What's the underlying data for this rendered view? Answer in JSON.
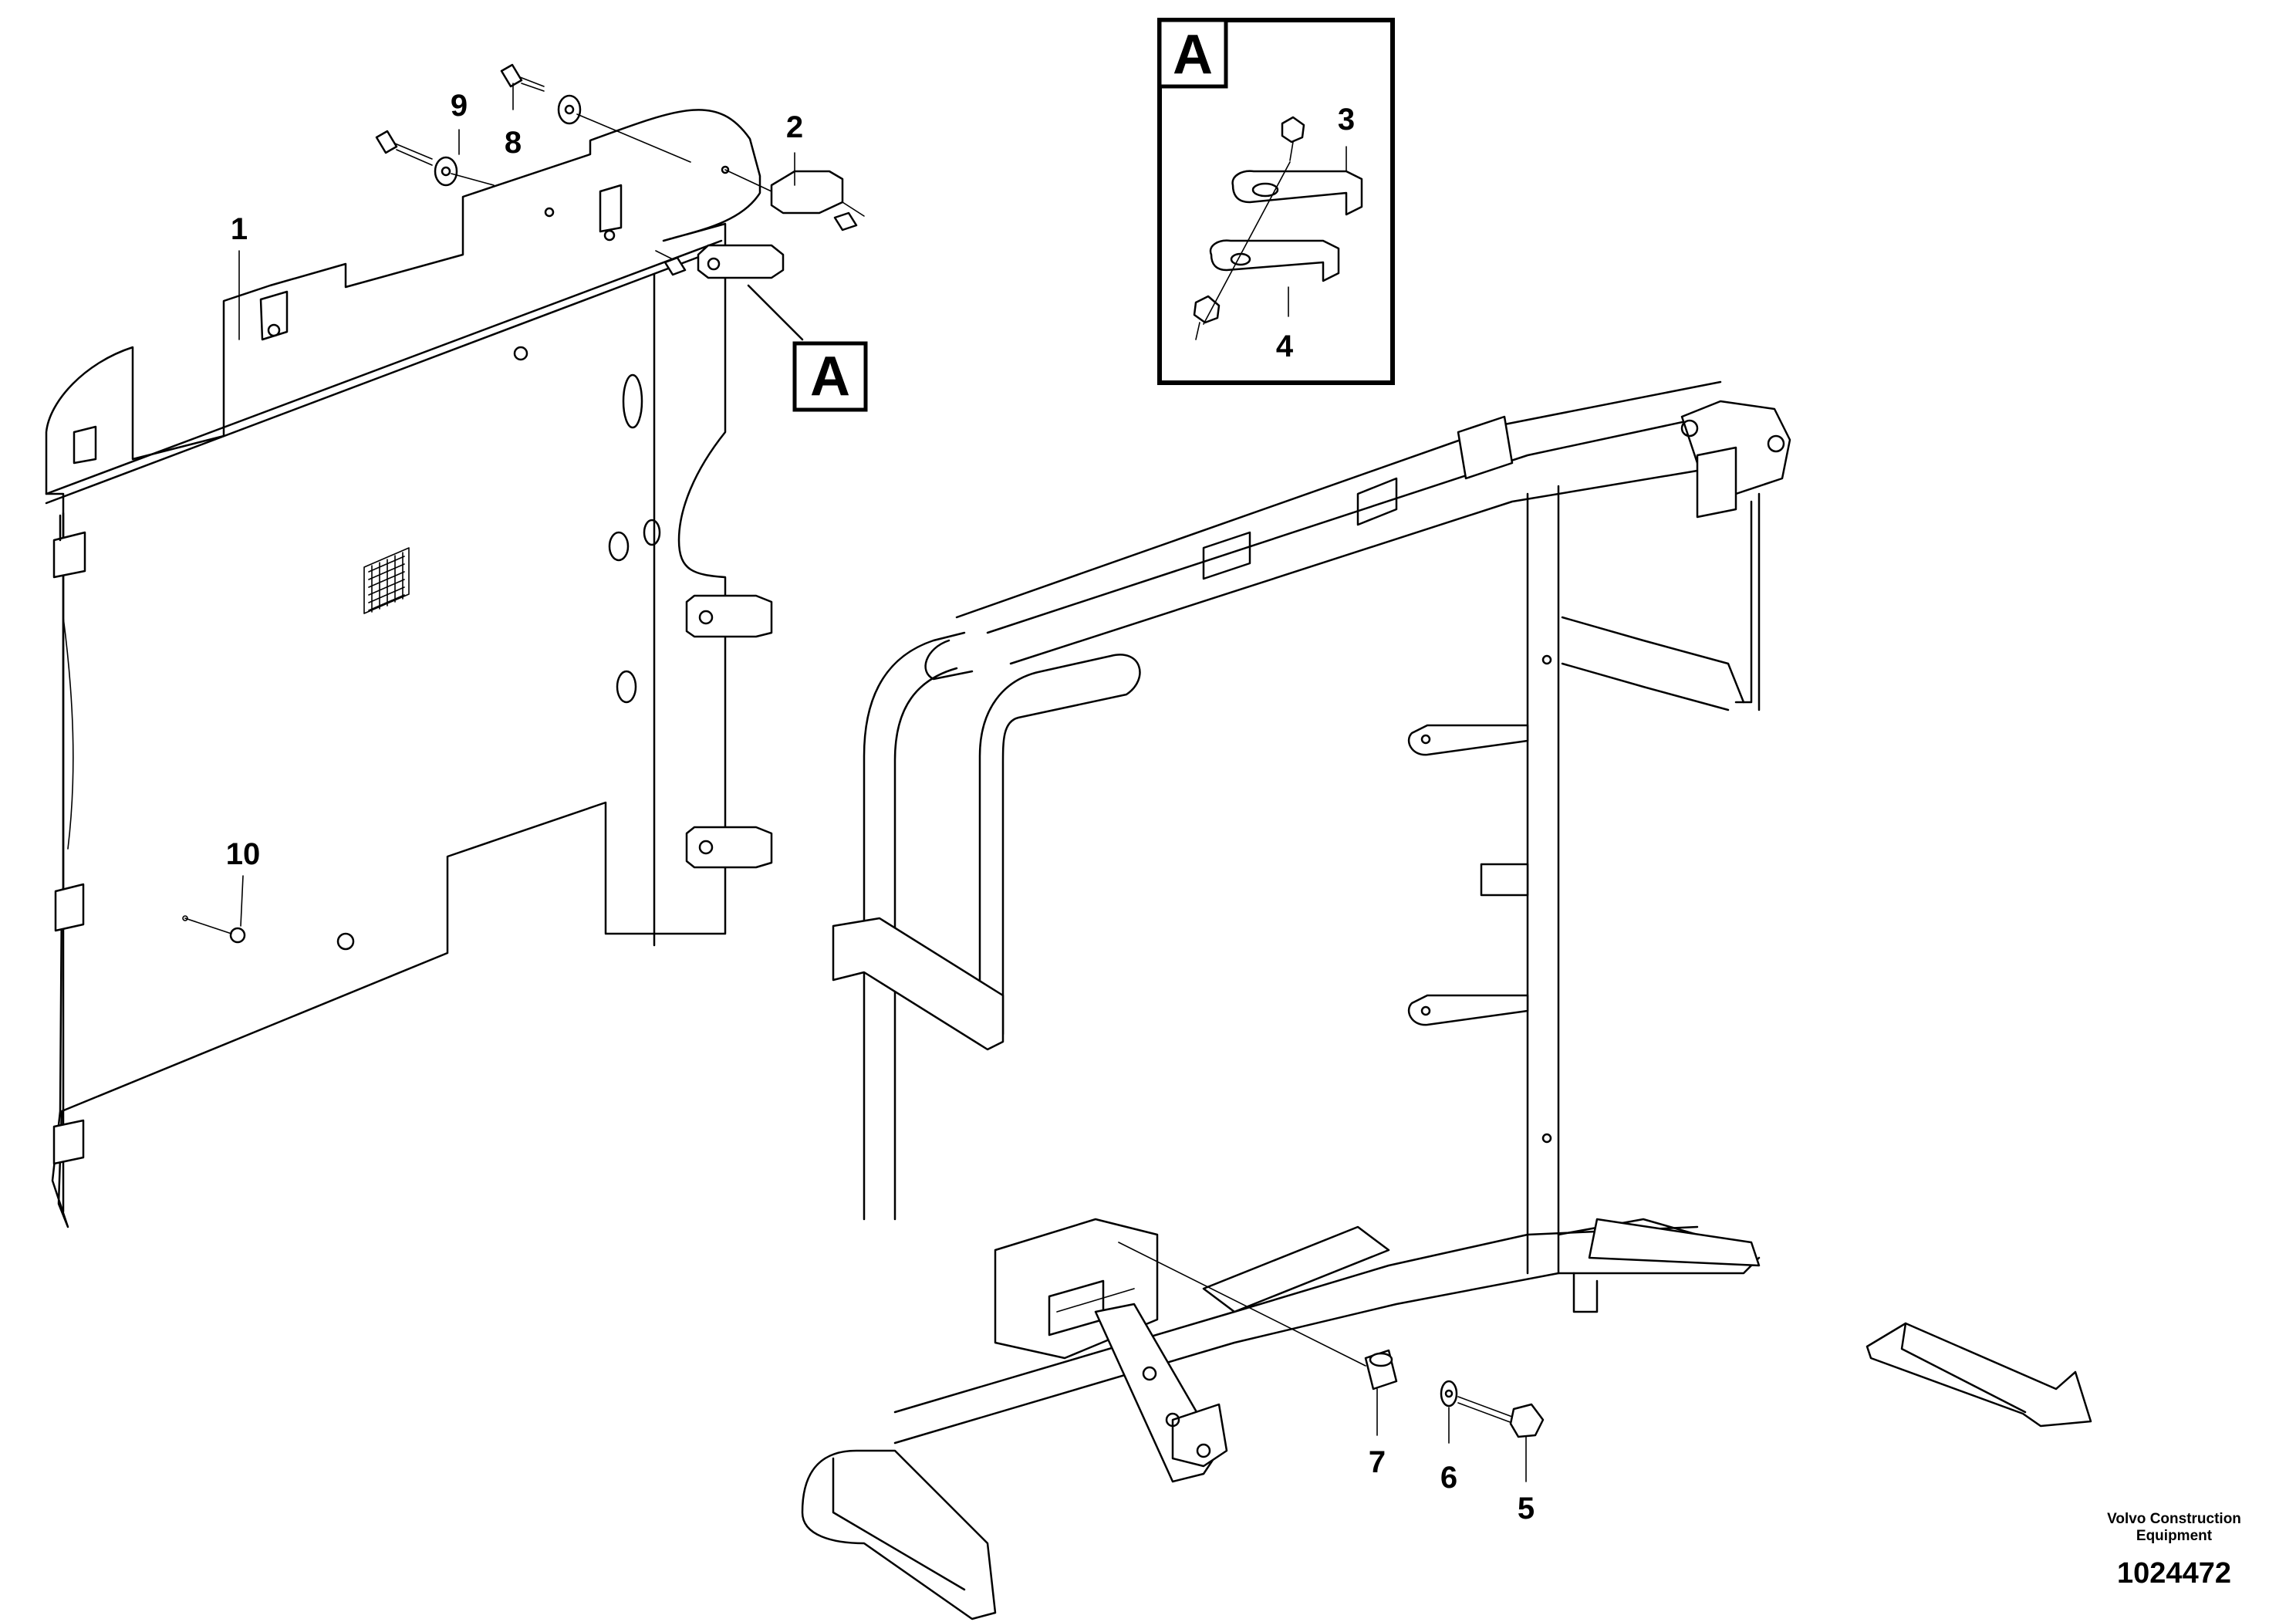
{
  "callouts": {
    "c1": "1",
    "c2": "2",
    "c3": "3",
    "c4": "4",
    "c5": "5",
    "c6": "6",
    "c7": "7",
    "c8": "8",
    "c9": "9",
    "c10": "10"
  },
  "detail_view": {
    "letter": "A",
    "callout_letter": "A"
  },
  "footer": {
    "brand": "Volvo Construction Equipment",
    "drawing_number": "1024472"
  },
  "colors": {
    "line": "#000000",
    "background": "#ffffff"
  }
}
